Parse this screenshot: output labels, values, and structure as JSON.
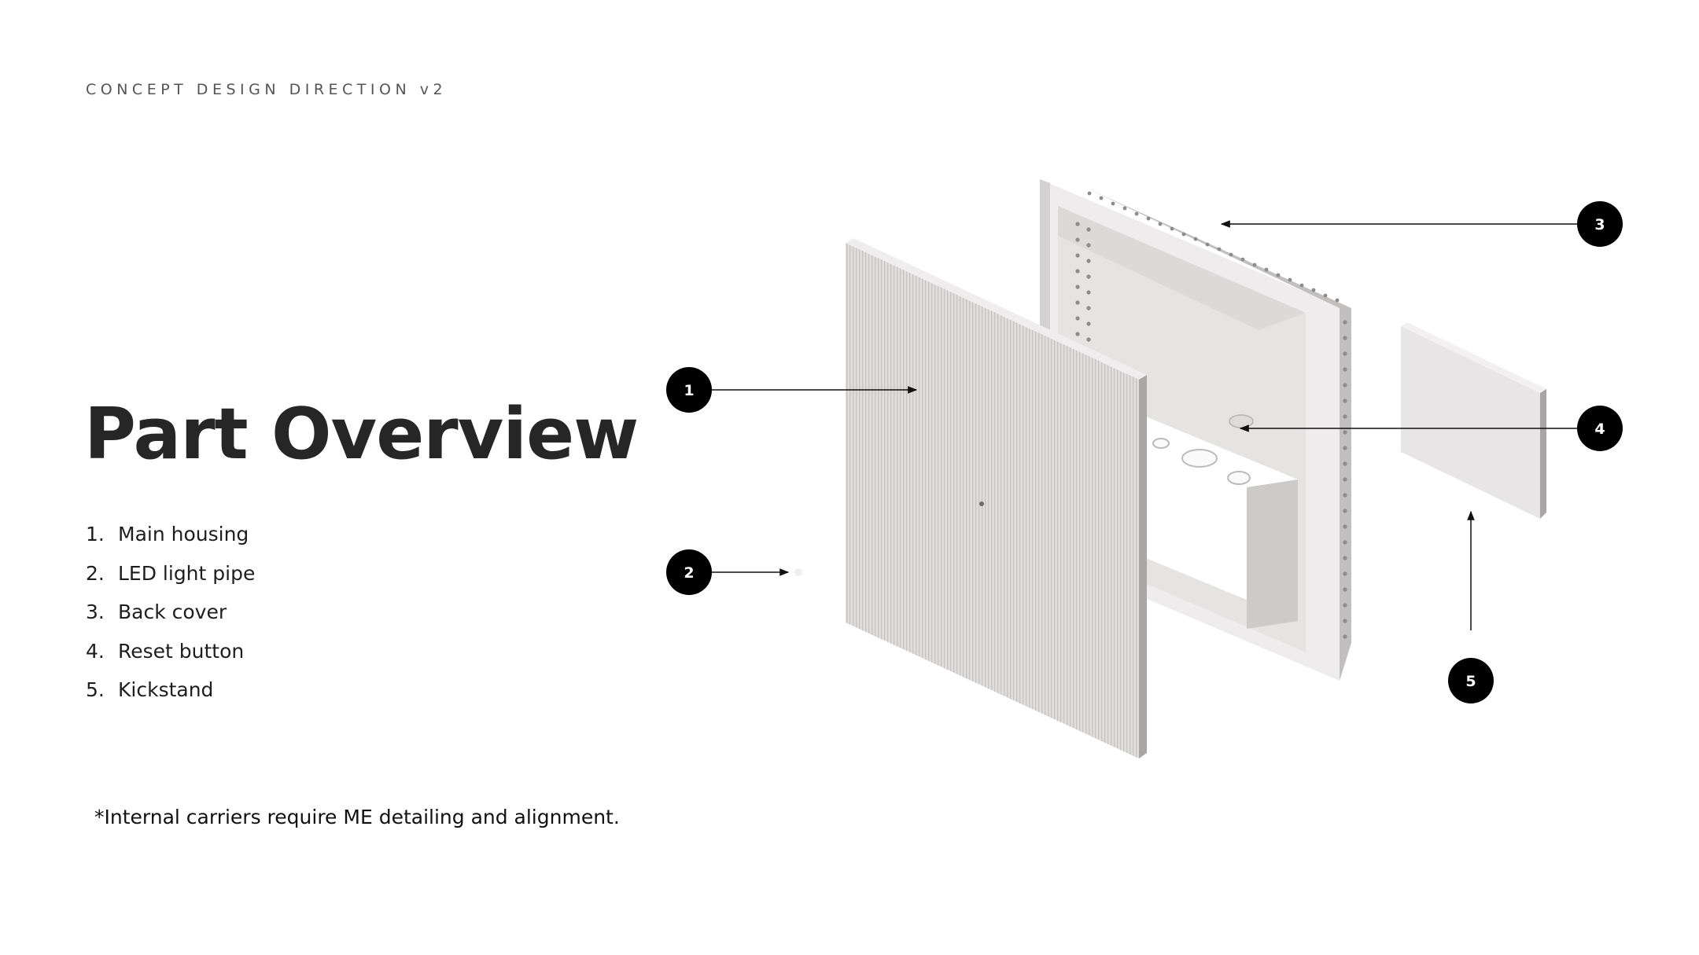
{
  "header": {
    "kicker": "CONCEPT DESIGN DIRECTION v2"
  },
  "title": "Part Overview",
  "parts": [
    {
      "num": "1.",
      "label": "Main housing"
    },
    {
      "num": "2.",
      "label": "LED light pipe"
    },
    {
      "num": "3.",
      "label": "Back cover"
    },
    {
      "num": "4.",
      "label": "Reset button"
    },
    {
      "num": "5.",
      "label": "Kickstand"
    }
  ],
  "callouts": [
    "1",
    "2",
    "3",
    "4",
    "5"
  ],
  "footnote": "*Internal carriers require ME detailing and alignment."
}
